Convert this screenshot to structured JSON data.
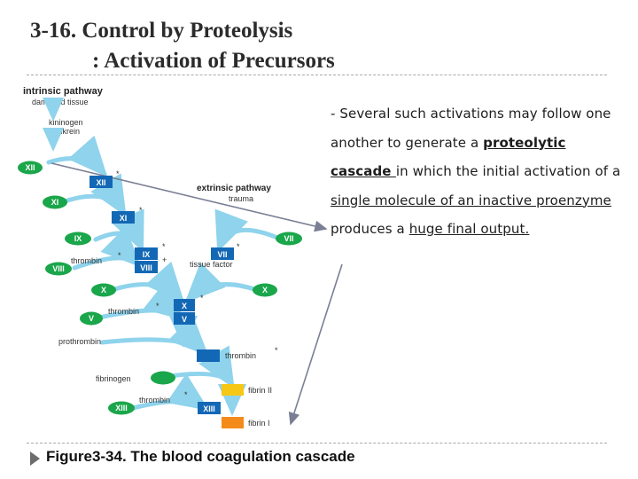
{
  "title": {
    "line1": "3-16. Control by Proteolysis",
    "line2": ": Activation of Precursors"
  },
  "body": {
    "t1": "- Several such activations may follow one another to generate a ",
    "t2": "proteolytic cascade ",
    "t3": "in which the initial activation of a ",
    "t4": "single molecule of an inactive proenzyme",
    "t5": " produces a ",
    "t6": "huge final output.",
    "t7": ""
  },
  "figure": {
    "intrinsic": "intrinsic pathway",
    "damaged": "damaged tissue",
    "kininogen": "kininogen",
    "kallikrein": "kallikrein",
    "extrinsic": "extrinsic pathway",
    "trauma": "trauma",
    "thrombin": "thrombin",
    "tissue_factor": "tissue factor",
    "prothrombin": "prothrombin",
    "fibrinogen": "fibrinogen",
    "fibrin2": "fibrin II",
    "fibrin1": "fibrin I",
    "factors": {
      "xii": "XII",
      "xi": "XI",
      "ix": "IX",
      "viii": "VIII",
      "x": "X",
      "v": "V",
      "vii": "VII",
      "xiii": "XIII"
    },
    "star": "*",
    "plus": "+"
  },
  "caption": "Figure3-34. The blood coagulation cascade",
  "colors": {
    "green": "#1aa64a",
    "blue": "#1368b5",
    "arrow": "#8fd3ec",
    "yellow": "#f7c715",
    "orange": "#f48a1a",
    "navy": "#1f3a6b"
  }
}
